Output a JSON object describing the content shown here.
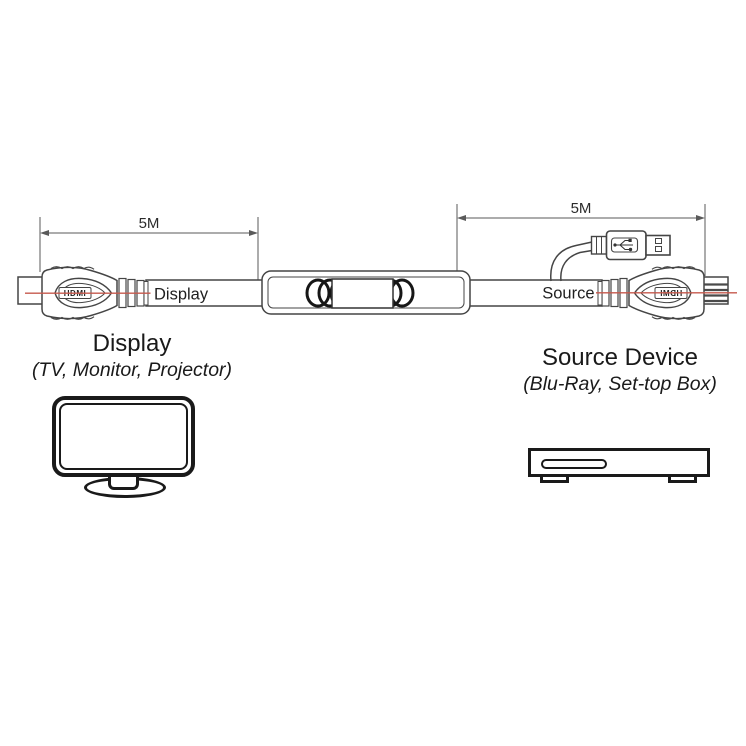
{
  "diagram": {
    "dimensions": {
      "left_label": "5M",
      "right_label": "5M"
    },
    "cable": {
      "left_connector_label": "Display",
      "right_connector_label": "Source",
      "hdmi_logo_text": "HDMI"
    },
    "colors": {
      "line": "#454545",
      "centerline_red": "#c6584c",
      "dimension_line": "#5a5a5a",
      "text": "#1f1f1f"
    }
  },
  "display_section": {
    "title": "Display",
    "subtitle": "(TV, Monitor, Projector)"
  },
  "source_section": {
    "title": "Source Device",
    "subtitle": "(Blu-Ray, Set-top Box)"
  }
}
